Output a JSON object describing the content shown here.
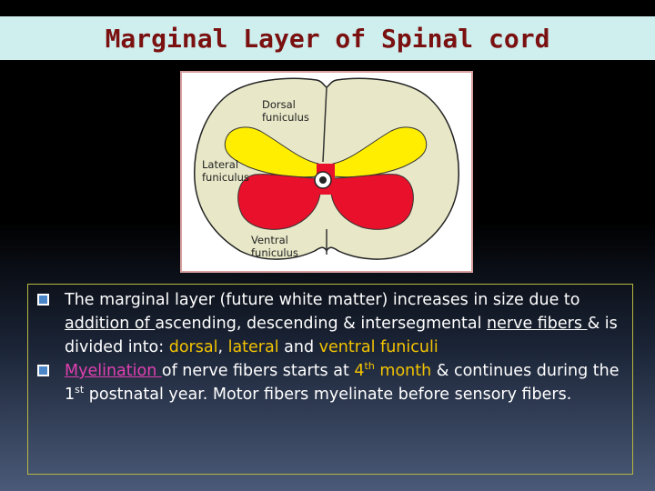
{
  "title": "Marginal Layer of Spinal cord",
  "figure": {
    "labels": {
      "dorsal": [
        "Dorsal",
        "funiculus"
      ],
      "lateral": [
        "Lateral",
        "funiculus"
      ],
      "ventral": [
        "Ventral",
        "funiculus"
      ]
    },
    "colors": {
      "cord": "#e8e8c8",
      "dorsal_horn": "#ffee00",
      "ventral_horn": "#e8102a"
    }
  },
  "bullets": [
    {
      "icon": "checkbox-bullet-icon",
      "parts": {
        "p1": "The marginal layer (future white matter) increases in size due to ",
        "p2": "addition of ",
        "p3": "ascending, descending & intersegmental ",
        "p4": "nerve fibers ",
        "p5": "& is divided into: ",
        "p6": "dorsal",
        "p7": ", ",
        "p8": "lateral",
        "p9": " and ",
        "p10": "ventral funiculi"
      }
    },
    {
      "icon": "checkbox-bullet-icon",
      "parts": {
        "p1": "Myelination ",
        "p2": "of nerve fibers starts at ",
        "p3": "4",
        "p4": "th",
        "p5": " month",
        "p6": " & continues during the 1",
        "p7": "st",
        "p8": " postnatal year. Motor fibers myelinate before sensory fibers."
      }
    }
  ],
  "colors": {
    "title_bar": "#cfeeee",
    "title_text": "#7a1010",
    "highlight_gold": "#f3c300",
    "highlight_pink": "#e040b0"
  }
}
